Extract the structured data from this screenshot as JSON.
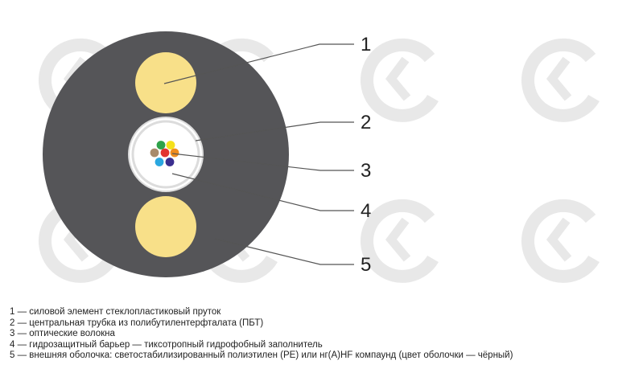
{
  "colors": {
    "jacket": "#555558",
    "strength_member": "#f8e089",
    "tube": "#ffffff",
    "barrier": "#dcdcdc",
    "leader_line": "#555555",
    "watermark": "#e8e8e8"
  },
  "icons": {
    "watermark": "watermark-logo-icon"
  },
  "fibers": [
    {
      "color": "#e3342f"
    },
    {
      "color": "#f5e11a"
    },
    {
      "color": "#f08c1e"
    },
    {
      "color": "#3b2f8f"
    },
    {
      "color": "#2aa7e0"
    },
    {
      "color": "#2ea24a"
    },
    {
      "color": "#a88b6c"
    }
  ],
  "callouts": [
    {
      "label": "1"
    },
    {
      "label": "2"
    },
    {
      "label": "3"
    },
    {
      "label": "4"
    },
    {
      "label": "5"
    }
  ],
  "legend": [
    {
      "text": "1 — силовой элемент стеклопластиковый пруток"
    },
    {
      "text": "2 — центральная трубка из полибутилентерфталата (ПБТ)"
    },
    {
      "text": "3 — оптические волокна"
    },
    {
      "text": "4 — гидрозащитный барьер — тиксотропный гидрофобный заполнитель"
    },
    {
      "text": "5 — внешняя оболочка: светостабилизированный полиэтилен (PE) или нг(А)HF компаунд (цвет оболочки — чёрный)"
    }
  ]
}
